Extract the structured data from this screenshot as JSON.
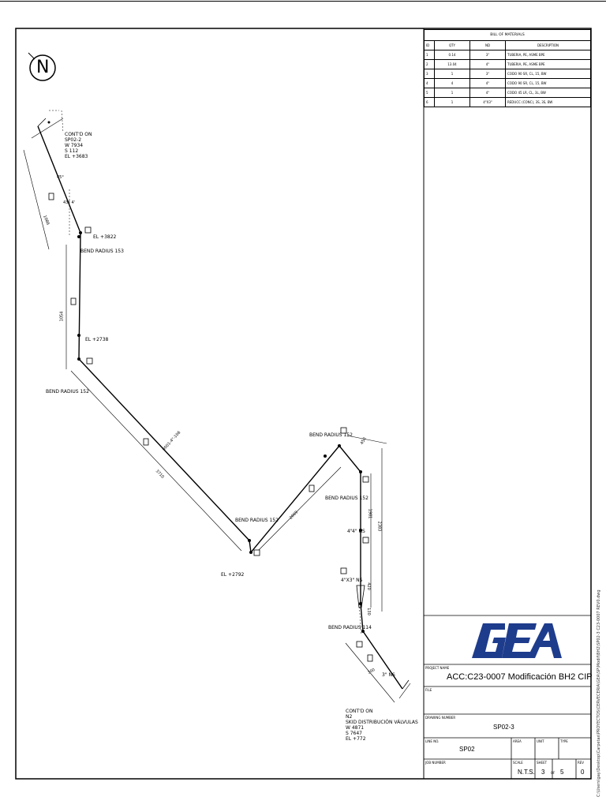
{
  "bom": {
    "title": "BILL OF MATERIALS",
    "headers": [
      "ID",
      "QTY",
      "ND",
      "DESCRIPTION"
    ],
    "rows": [
      [
        "1",
        "0.14",
        "3\"",
        "TUBERIA, PE, ASME BPE"
      ],
      [
        "2",
        "13.04",
        "4\"",
        "TUBERIA, PE, ASME BPE"
      ],
      [
        "3",
        "1",
        "3\"",
        "CODO 90 SR, CL, 15, BW"
      ],
      [
        "4",
        "4",
        "4\"",
        "CODO 90 SR, CL, 15, BW"
      ],
      [
        "5",
        "1",
        "4\"",
        "CODO 45 LR, CL, 3L, BW"
      ],
      [
        "6",
        "1",
        "4\"X3\"",
        "REDUCC (CONC), 3S, 3S, BW"
      ]
    ]
  },
  "north": {
    "label": "N",
    "icon": "north-arrow-icon"
  },
  "drawing": {
    "connect_top": [
      "CONT'D ON",
      "SP02-2",
      "W 7934",
      "S 112",
      "EL +3683"
    ],
    "connect_bottom": [
      "CONT'D ON",
      "N2",
      "SKID DISTRIBUCIÓN VÁLVULAS",
      "W 4871",
      "S 7647",
      "EL +772"
    ],
    "elevations": [
      "EL +3822",
      "EL +2738",
      "EL +2792"
    ],
    "bends": [
      "BEND RADIUS 153",
      "BEND RADIUS 152",
      "BEND RADIUS 152",
      "BEND RADIUS 152",
      "BEND RADIUS 152",
      "BEND RADIUS 114"
    ],
    "dims": [
      "1054",
      "45°",
      "43° 4'",
      "1086",
      "3710",
      "2009",
      "450",
      "1981",
      "2383",
      "420",
      "130",
      "4\"",
      "300"
    ],
    "size_notes": [
      "4\" NS",
      "4\"X3\" NS",
      "3\" NS"
    ],
    "line_note": "0001-4\"-106"
  },
  "title_block": {
    "logo": "GEA",
    "project_name_label": "PROJECT NAME",
    "project_name": "ACC:C23-0007 Modificación BH2 CIP",
    "file_label": "FILE",
    "file": "",
    "drawing_number_label": "DRAWING NUMBER",
    "drawing_number": "SP02-3",
    "line_no_label": "LINE NO.",
    "line_no": "SP02",
    "area_label": "AREA",
    "area": "",
    "unit_label": "UNIT",
    "unit": "",
    "type_label": "TYPE",
    "type": "",
    "job_number_label": "JOB NUMBER",
    "job_number": "",
    "scale_label": "SCALE",
    "scale": "N.T.S.",
    "sheet_label": "SHEET",
    "sheet": "3",
    "of_label": "OF",
    "of": "5",
    "rev_label": "REV",
    "rev": "0"
  },
  "side_path": "C:\\Users\\gay\\Desktop\\Carpetas\\PROYECTOS\\CERVECERIA\\GEA\\SP\\Modif\\BH2\\SP02-3 C23-0007 REV0.dwg"
}
